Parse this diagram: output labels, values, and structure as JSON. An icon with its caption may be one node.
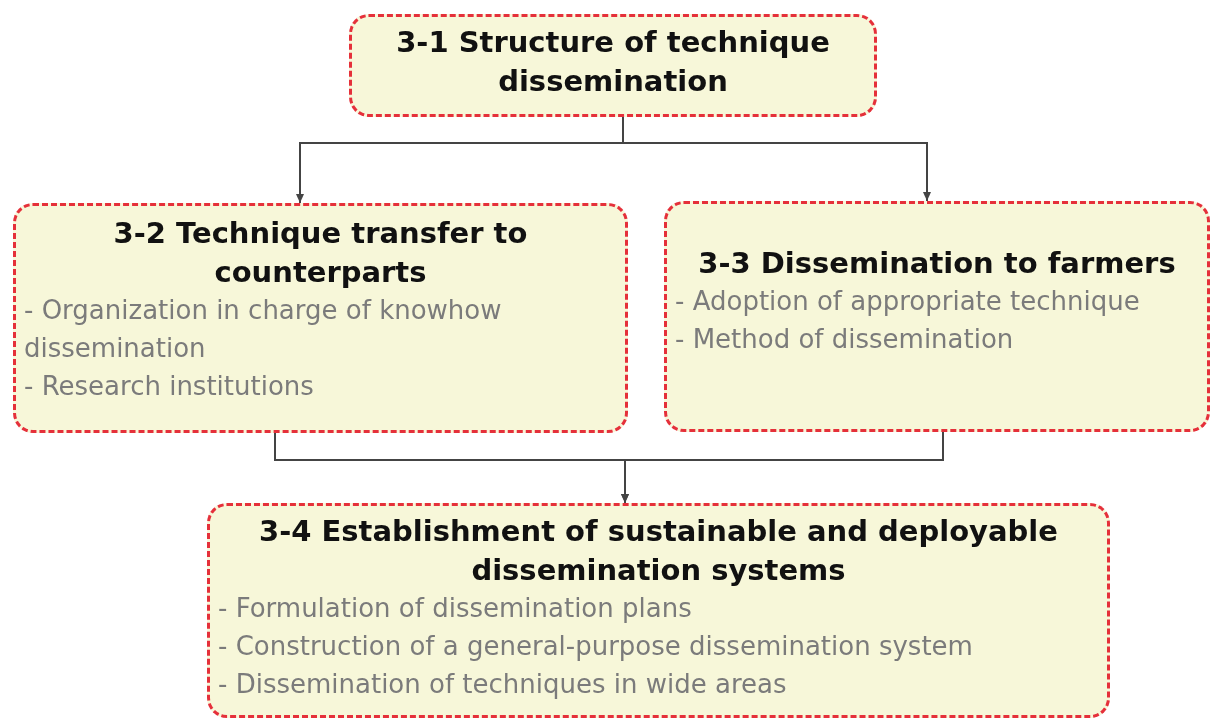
{
  "diagram": {
    "nodes": [
      {
        "text": [
          "3-1 Structure of technique dissemination"
        ]
      },
      {
        "text": [
          "3-2 Technique transfer to counterparts",
          "- Organization in charge of knowhow dissemination",
          "- Research institutions"
        ]
      },
      {
        "text": [
          "3-3 Dissemination to farmers",
          "- Adoption of appropriate technique",
          "- Method of dissemination"
        ]
      },
      {
        "text": [
          "3-4 Establishment of sustainable and deployable dissemination systems",
          "- Formulation of dissemination plans",
          "- Construction of a general-purpose dissemination system",
          "- Dissemination of techniques in wide areas"
        ]
      }
    ],
    "edges": [
      {
        "from": 0,
        "to": 1,
        "arrow": "to"
      },
      {
        "from": 0,
        "to": 2,
        "arrow": "to"
      },
      {
        "from": 1,
        "to": 3,
        "arrow": "to"
      },
      {
        "from": 2,
        "to": 3,
        "arrow": "to"
      }
    ]
  }
}
